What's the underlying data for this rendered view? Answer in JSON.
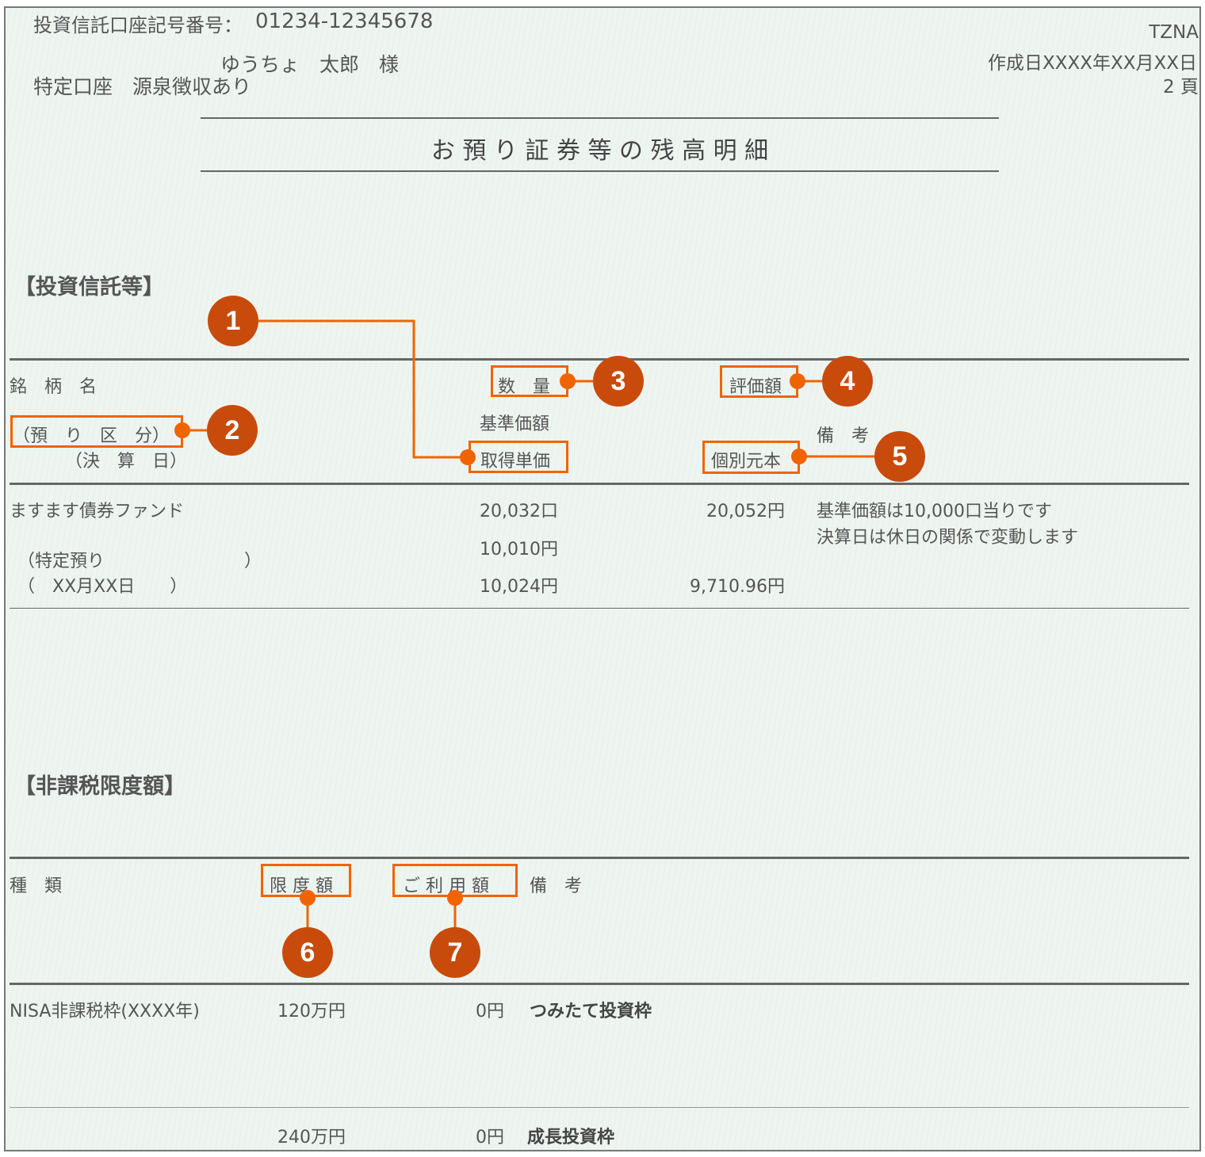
{
  "header": {
    "account_label": "投資信託口座記号番号：",
    "account_number": "01234-12345678",
    "customer_name": "ゆうちょ　太郎　様",
    "account_type": "特定口座　源泉徴収あり",
    "code": "TZNA",
    "created_date": "作成日XXXX年XX月XX日",
    "page": "2 頁"
  },
  "title": "お 預 り 証 券 等 の 残 高 明 細",
  "funds_section": {
    "heading": "【投資信託等】",
    "columns": {
      "name": "銘　柄　名",
      "category": "（預　り　区　分）",
      "settlement": "（決　算　日）",
      "quantity": "数　量",
      "base_price": "基準価額",
      "acquisition_price": "取得単価",
      "valuation": "評価額",
      "individual_principal": "個別元本",
      "remarks": "備　考"
    },
    "row": {
      "name": "ますます債券ファンド",
      "category": "（特定預り　　　　　　　　）",
      "settlement": "（　XX月XX日　　）",
      "quantity": "20,032口",
      "base_price": "10,010円",
      "acquisition_price": "10,024円",
      "valuation": "20,052円",
      "individual_principal": "9,710.96円",
      "remark1": "基準価額は10,000口当りです",
      "remark2": "決算日は休日の関係で変動します"
    }
  },
  "nisa_section": {
    "heading": "【非課税限度額】",
    "columns": {
      "type": "種　類",
      "limit": "限 度 額",
      "used": "ご 利 用 額",
      "remarks": "備　考"
    },
    "rows": [
      {
        "type": "NISA非課税枠(XXXX年)",
        "limit": "120万円",
        "used": "0円",
        "remarks": "つみたて投資枠"
      },
      {
        "type": "",
        "limit": "240万円",
        "used": "0円",
        "remarks": "成長投資枠"
      }
    ]
  },
  "annotations": [
    "1",
    "2",
    "3",
    "4",
    "5",
    "6",
    "7"
  ],
  "colors": {
    "accent": "#f06400",
    "marker": "#c84b0c"
  }
}
